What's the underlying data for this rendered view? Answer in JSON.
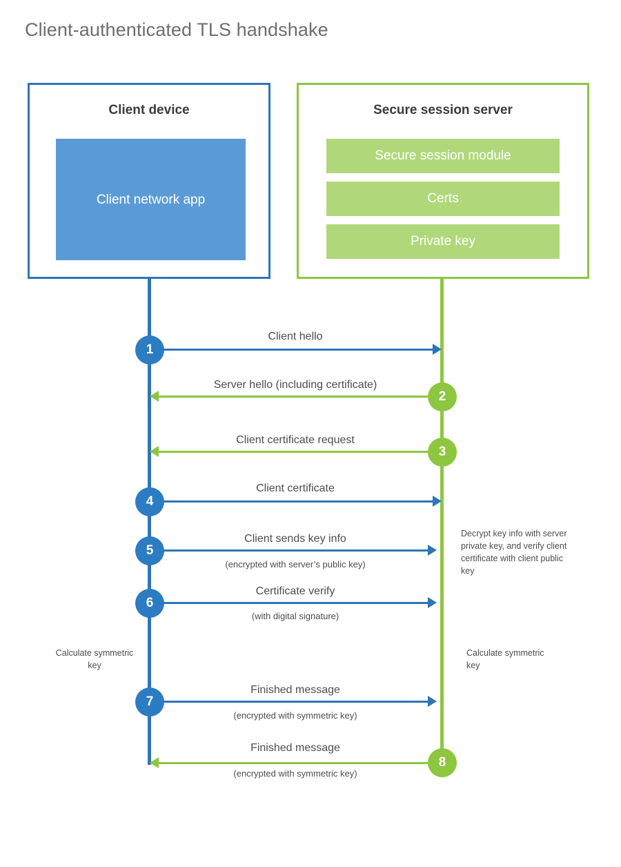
{
  "title": "Client-authenticated TLS handshake",
  "colors": {
    "client_accent": "#2e75b6",
    "client_app_fill": "#5b9bd5",
    "client_circle": "#2b7cc0",
    "server_accent": "#8dc63f",
    "server_bar_fill": "#b0d87a",
    "title_text": "#6e6e6e",
    "body_text": "#4d4d4d",
    "heading_text": "#3b3b3b",
    "background": "#ffffff"
  },
  "client": {
    "heading": "Client device",
    "app_label": "Client network app"
  },
  "server": {
    "heading": "Secure session server",
    "modules": [
      "Secure session module",
      "Certs",
      "Private key"
    ]
  },
  "steps": [
    {
      "number": "1",
      "label": "Client hello",
      "sub": "",
      "direction": "client-to-server",
      "side": "client"
    },
    {
      "number": "2",
      "label": "Server hello (including certificate)",
      "sub": "",
      "direction": "server-to-client",
      "side": "server"
    },
    {
      "number": "3",
      "label": "Client certificate request",
      "sub": "",
      "direction": "server-to-client",
      "side": "server"
    },
    {
      "number": "4",
      "label": "Client certificate",
      "sub": "",
      "direction": "client-to-server",
      "side": "client"
    },
    {
      "number": "5",
      "label": "Client sends key info",
      "sub": "(encrypted with server’s public key)",
      "direction": "client-to-server",
      "side": "client"
    },
    {
      "number": "6",
      "label": "Certificate verify",
      "sub": "(with digital signature)",
      "direction": "client-to-server",
      "side": "client"
    },
    {
      "number": "7",
      "label": "Finished message",
      "sub": "(encrypted with symmetric key)",
      "direction": "client-to-server",
      "side": "client"
    },
    {
      "number": "8",
      "label": "Finished message",
      "sub": "(encrypted with symmetric key)",
      "direction": "server-to-client",
      "side": "server"
    }
  ],
  "annotations": {
    "server_decrypt": "Decrypt key info with server private key, and verify client certificate with client public key",
    "client_calculate": "Calculate symmetric key",
    "server_calculate": "Calculate symmetric key"
  }
}
